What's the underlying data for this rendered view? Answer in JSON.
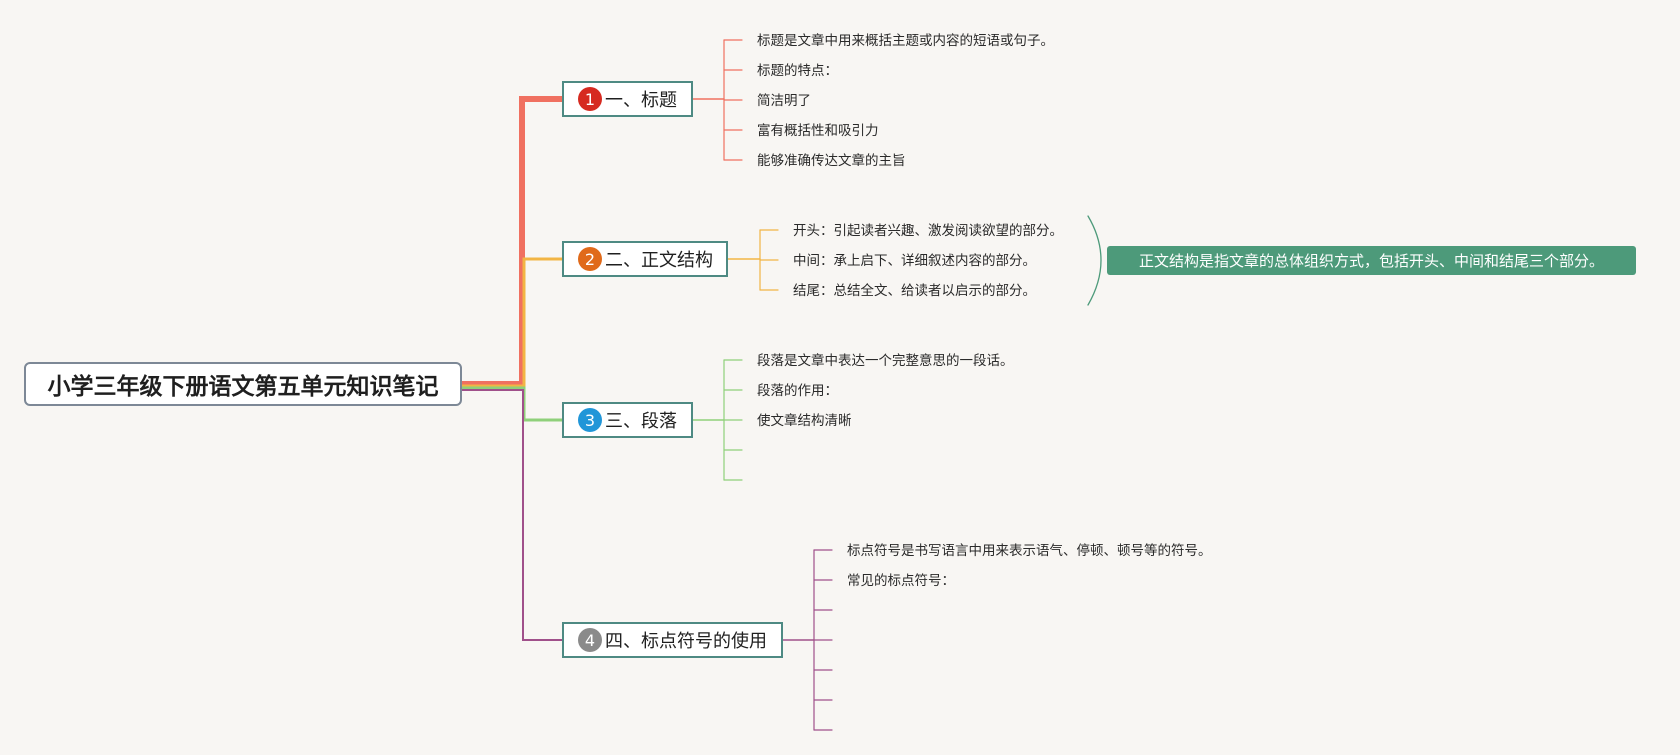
{
  "root": {
    "title": "小学三年级下册语文第五单元知识笔记"
  },
  "topics": [
    {
      "badge": "1",
      "label": "一、标题",
      "color": "#f07060",
      "badge_color": "#d62a20",
      "leaves": [
        "标题是文章中用来概括主题或内容的短语或句子。",
        "标题的特点：",
        "简洁明了",
        "富有概括性和吸引力",
        "能够准确传达文章的主旨"
      ]
    },
    {
      "badge": "2",
      "label": "二、正文结构",
      "color": "#f2b544",
      "badge_color": "#e06a1a",
      "leaves": [
        "开头：引起读者兴趣、激发阅读欲望的部分。",
        "中间：承上启下、详细叙述内容的部分。",
        "结尾：总结全文、给读者以启示的部分。"
      ],
      "summary": "正文结构是指文章的总体组织方式，包括开头、中间和结尾三个部分。"
    },
    {
      "badge": "3",
      "label": "三、段落",
      "color": "#8fd07a",
      "badge_color": "#2196d8",
      "leaves": [
        "段落是文章中表达一个完整意思的一段话。",
        "段落的作用：",
        "使文章结构清晰",
        "",
        ""
      ]
    },
    {
      "badge": "4",
      "label": "四、标点符号的使用",
      "color": "#a0508a",
      "badge_color": "#8a8a8a",
      "leaves": [
        "标点符号是书写语言中用来表示语气、停顿、顿号等的符号。",
        "常见的标点符号：",
        "",
        "",
        "",
        "",
        ""
      ]
    }
  ],
  "colors": {
    "summary_bg": "#4d9a7a",
    "topic_border": "#4e8a83",
    "root_border": "#7d8896"
  }
}
